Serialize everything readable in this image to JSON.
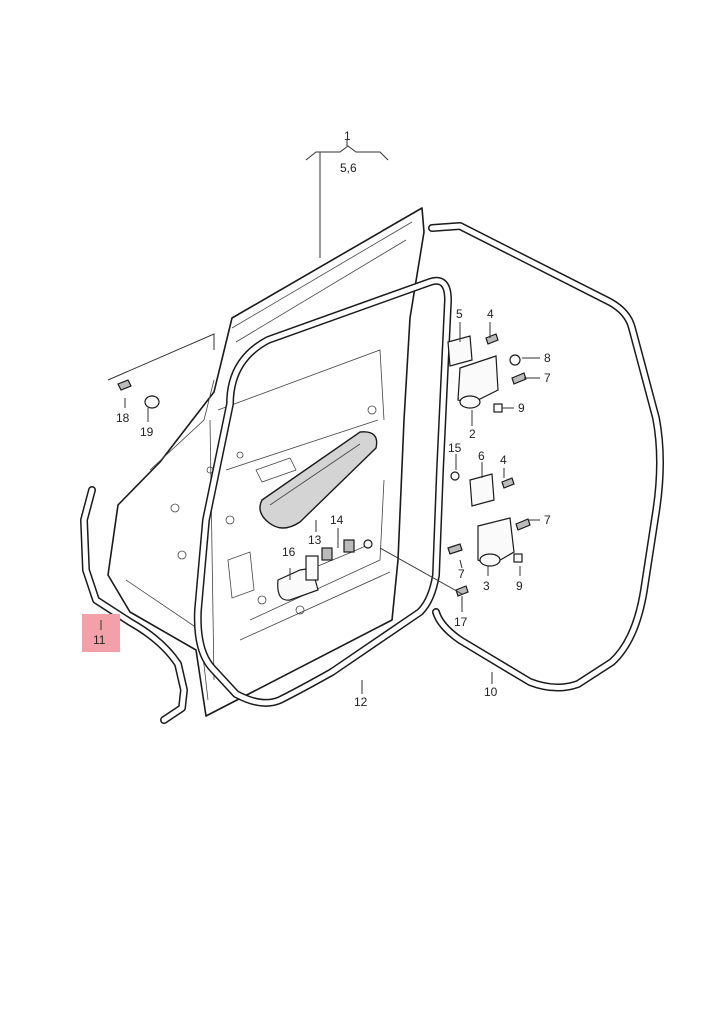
{
  "highlight_color": "#f4a0a8",
  "callouts": {
    "c1": "1",
    "c1_sub": "5,6",
    "c2": "2",
    "c3": "3",
    "c4a": "4",
    "c4b": "4",
    "c5": "5",
    "c6": "6",
    "c7a": "7",
    "c7b": "7",
    "c7c": "7",
    "c8": "8",
    "c9a": "9",
    "c9b": "9",
    "c10": "10",
    "c11": "11",
    "c12": "12",
    "c13": "13",
    "c14": "14",
    "c15": "15",
    "c16": "16",
    "c17": "17",
    "c18": "18",
    "c19": "19"
  }
}
